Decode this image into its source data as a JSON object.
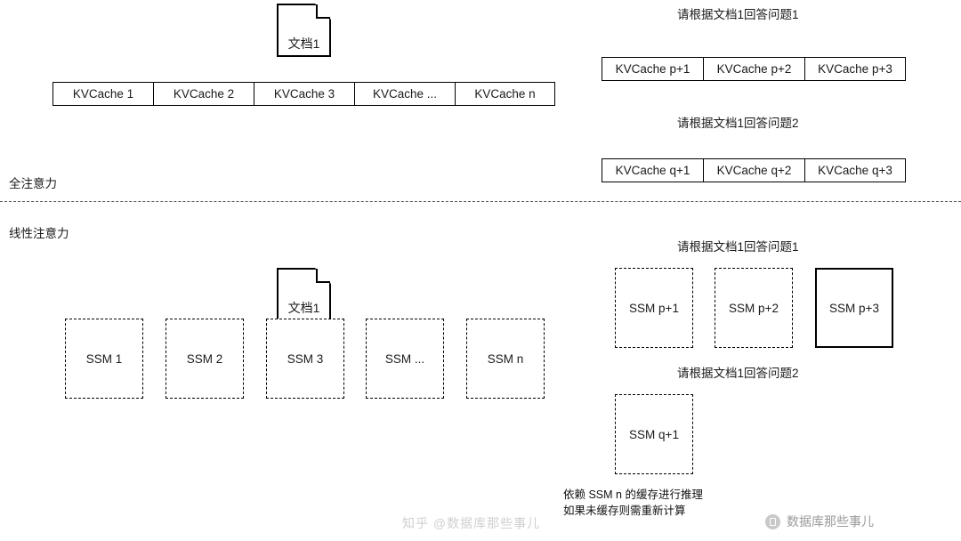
{
  "sections": {
    "full_attention_label": "全注意力",
    "linear_attention_label": "线性注意力"
  },
  "top": {
    "doc_label": "文档1",
    "kv_cells": [
      "KVCache 1",
      "KVCache 2",
      "KVCache 3",
      "KVCache ...",
      "KVCache n"
    ],
    "query1_label": "请根据文档1回答问题1",
    "query1_cells": [
      "KVCache p+1",
      "KVCache p+2",
      "KVCache p+3"
    ],
    "query2_label": "请根据文档1回答问题2",
    "query2_cells": [
      "KVCache q+1",
      "KVCache q+2",
      "KVCache q+3"
    ]
  },
  "bottom": {
    "doc_label": "文档1",
    "ssm_cells": [
      "SSM 1",
      "SSM 2",
      "SSM 3",
      "SSM ...",
      "SSM n"
    ],
    "query1_label": "请根据文档1回答问题1",
    "query1_cells": [
      {
        "text": "SSM p+1",
        "style": "dashed"
      },
      {
        "text": "SSM p+2",
        "style": "dashed"
      },
      {
        "text": "SSM p+3",
        "style": "solid"
      }
    ],
    "query2_label": "请根据文档1回答问题2",
    "query2_cells": [
      {
        "text": "SSM q+1",
        "style": "dashed"
      }
    ],
    "footnote": "依赖 SSM n 的缓存进行推理\n如果未缓存则需重新计算"
  },
  "watermarks": {
    "center": "知乎 @数据库那些事儿",
    "right": "数据库那些事儿"
  }
}
